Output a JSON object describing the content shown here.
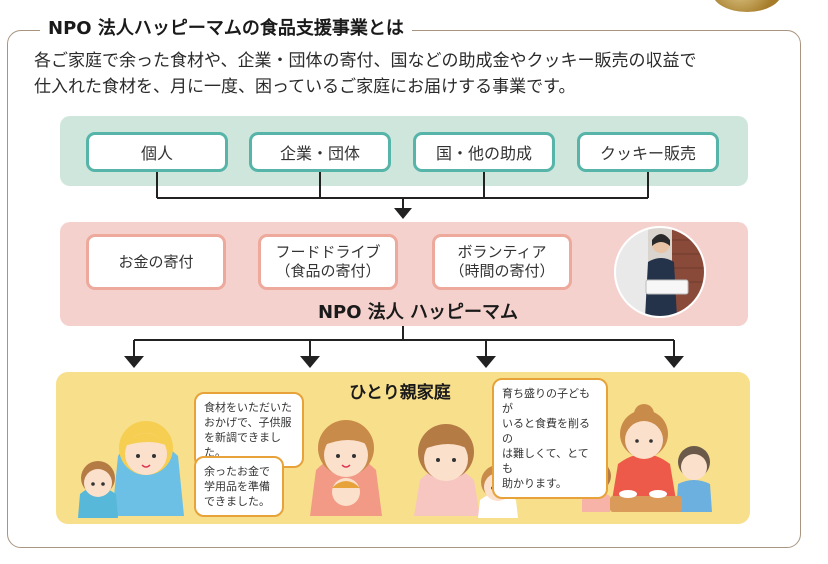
{
  "heading": "NPO 法人ハッピーマムの食品支援事業とは",
  "intro": [
    "各ご家庭で余った食材や、企業・団体の寄付、国などの助成金やクッキー販売の収益で",
    "仕入れた食材を、月に一度、困っているご家庭にお届けする事業です。"
  ],
  "sources": [
    "個人",
    "企業・団体",
    "国・他の助成",
    "クッキー販売"
  ],
  "supports": [
    {
      "line1": "お金の寄付",
      "line2": ""
    },
    {
      "line1": "フードドライブ",
      "line2": "（食品の寄付）"
    },
    {
      "line1": "ボランティア",
      "line2": "（時間の寄付）"
    }
  ],
  "organization": "NPO 法人 ハッピーマム",
  "families_title": "ひとり親家庭",
  "bubbles": [
    {
      "lines": [
        "食材をいただいた",
        "おかげで、子供服",
        "を新調できました。"
      ]
    },
    {
      "lines": [
        "余ったお金で",
        "学用品を準備",
        "できました。"
      ]
    },
    {
      "lines": [
        "育ち盛りの子どもが",
        "いると食費を削るの",
        "は難しくて、とても",
        "助かります。"
      ]
    }
  ],
  "colors": {
    "frame": "#a9957f",
    "source_band": "#cfe6dc",
    "source_border": "#56b4a9",
    "support_band": "#f4d1cc",
    "support_border": "#eda99c",
    "family_band": "#f7df8b",
    "bubble_border": "#e7a23a"
  },
  "icons": [
    "down-arrow-icon",
    "volunteer-photo",
    "family-illustration"
  ]
}
